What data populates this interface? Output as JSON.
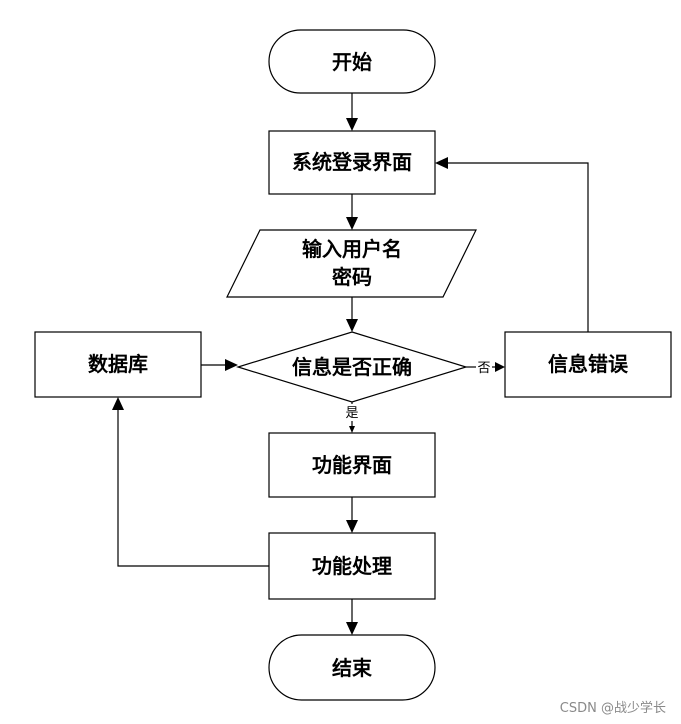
{
  "nodes": {
    "start": "开始",
    "login": "系统登录界面",
    "input_line1": "输入用户名",
    "input_line2": "密码",
    "decision": "信息是否正确",
    "database": "数据库",
    "error": "信息错误",
    "function_page": "功能界面",
    "function_process": "功能处理",
    "end": "结束"
  },
  "edge_labels": {
    "no": "否",
    "yes": "是"
  },
  "watermark": "CSDN @战少学长"
}
